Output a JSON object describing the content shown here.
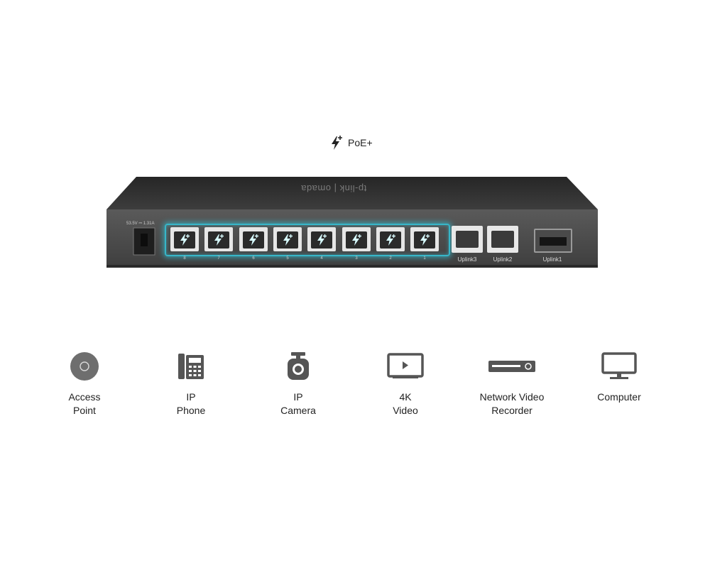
{
  "legend": {
    "icon": "poe-plus-icon",
    "label": "PoE+"
  },
  "switch": {
    "brand": "tp-link | omada",
    "power_rating": "53.5V ⎓ 1.31A",
    "poe_ports": [
      "8",
      "7",
      "6",
      "5",
      "4",
      "3",
      "2",
      "1"
    ],
    "uplinks": [
      "Uplink3",
      "Uplink2",
      "Uplink1"
    ],
    "colors": {
      "chassis": "#2f2f2f",
      "highlight": "#37b6c8"
    }
  },
  "devices": [
    {
      "icon": "access-point-icon",
      "line1": "Access",
      "line2": "Point"
    },
    {
      "icon": "ip-phone-icon",
      "line1": "IP",
      "line2": "Phone"
    },
    {
      "icon": "ip-camera-icon",
      "line1": "IP",
      "line2": "Camera"
    },
    {
      "icon": "video-icon",
      "line1": "4K",
      "line2": "Video"
    },
    {
      "icon": "nvr-icon",
      "line1": "Network Video",
      "line2": "Recorder"
    },
    {
      "icon": "computer-icon",
      "line1": "Computer",
      "line2": ""
    }
  ]
}
